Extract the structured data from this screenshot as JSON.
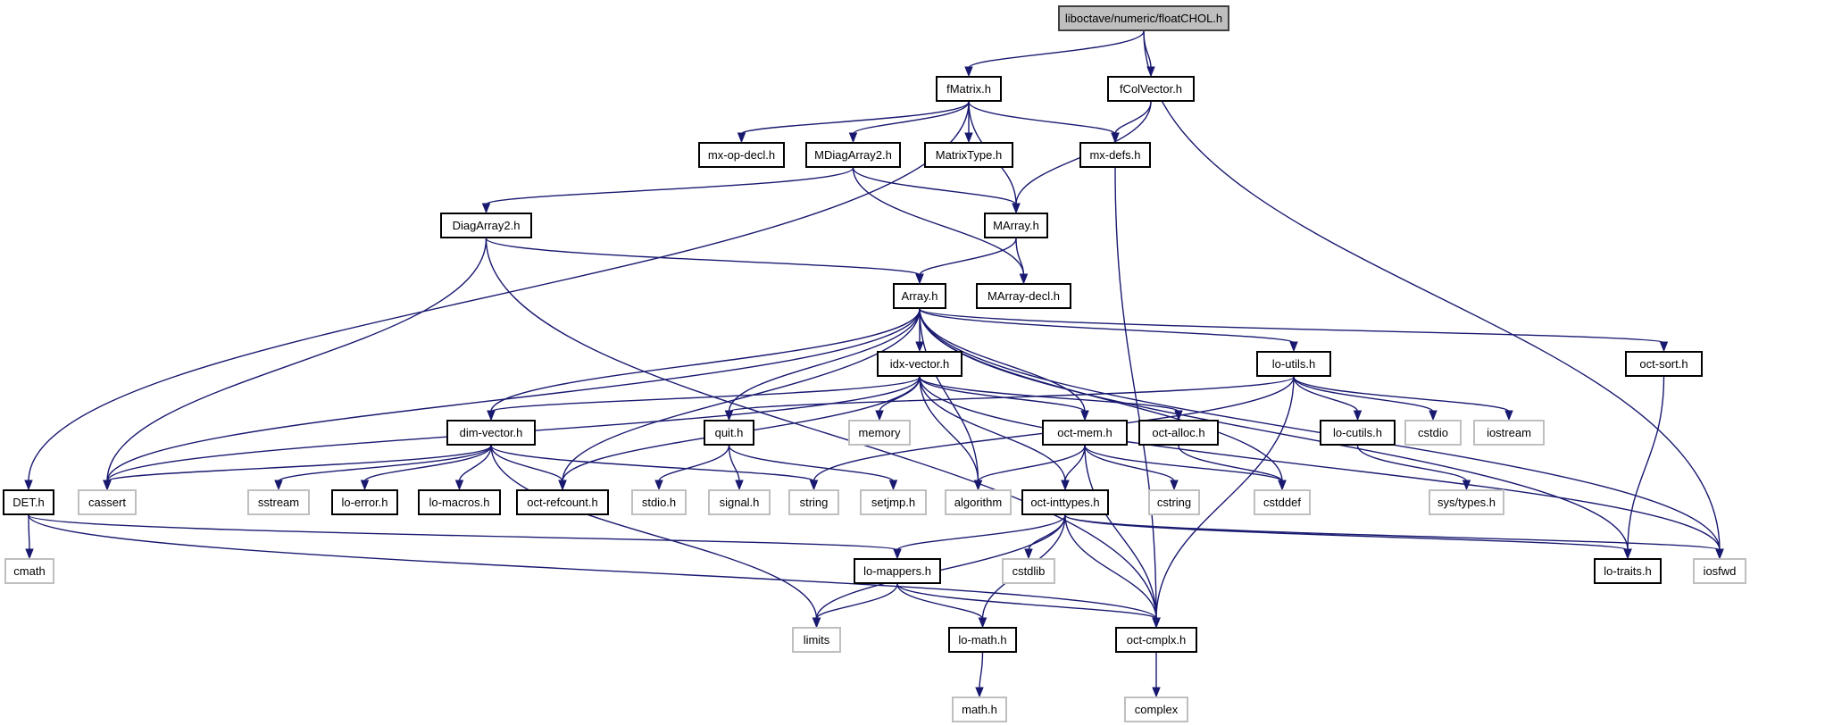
{
  "title": "liboctave/numeric/floatCHOL.h",
  "colors": {
    "edge": "#191970",
    "root_fill": "#bfbfbf",
    "node_border": "#000000",
    "system_border": "#bfbfbf"
  },
  "nodes": [
    {
      "id": "root",
      "label": "liboctave/numeric/floatCHOL.h",
      "kind": "root"
    },
    {
      "id": "fMatrix",
      "label": "fMatrix.h",
      "kind": "header"
    },
    {
      "id": "fColVector",
      "label": "fColVector.h",
      "kind": "header"
    },
    {
      "id": "mxopdecl",
      "label": "mx-op-decl.h",
      "kind": "header"
    },
    {
      "id": "MDiagArray2",
      "label": "MDiagArray2.h",
      "kind": "header"
    },
    {
      "id": "MatrixType",
      "label": "MatrixType.h",
      "kind": "header"
    },
    {
      "id": "mxdefs",
      "label": "mx-defs.h",
      "kind": "header"
    },
    {
      "id": "DiagArray2",
      "label": "DiagArray2.h",
      "kind": "header"
    },
    {
      "id": "MArray",
      "label": "MArray.h",
      "kind": "header"
    },
    {
      "id": "Array",
      "label": "Array.h",
      "kind": "header"
    },
    {
      "id": "MArraydecl",
      "label": "MArray-decl.h",
      "kind": "header"
    },
    {
      "id": "idxvector",
      "label": "idx-vector.h",
      "kind": "header"
    },
    {
      "id": "loutils",
      "label": "lo-utils.h",
      "kind": "header"
    },
    {
      "id": "octsort",
      "label": "oct-sort.h",
      "kind": "header"
    },
    {
      "id": "dimvector",
      "label": "dim-vector.h",
      "kind": "header"
    },
    {
      "id": "quit",
      "label": "quit.h",
      "kind": "header"
    },
    {
      "id": "memory",
      "label": "memory",
      "kind": "system"
    },
    {
      "id": "octmem",
      "label": "oct-mem.h",
      "kind": "header"
    },
    {
      "id": "octalloc",
      "label": "oct-alloc.h",
      "kind": "header"
    },
    {
      "id": "locutils",
      "label": "lo-cutils.h",
      "kind": "header"
    },
    {
      "id": "cstdio",
      "label": "cstdio",
      "kind": "system"
    },
    {
      "id": "iostream",
      "label": "iostream",
      "kind": "system"
    },
    {
      "id": "DET",
      "label": "DET.h",
      "kind": "header"
    },
    {
      "id": "cassert",
      "label": "cassert",
      "kind": "system"
    },
    {
      "id": "sstream",
      "label": "sstream",
      "kind": "system"
    },
    {
      "id": "loerror",
      "label": "lo-error.h",
      "kind": "header"
    },
    {
      "id": "lomacros",
      "label": "lo-macros.h",
      "kind": "header"
    },
    {
      "id": "octrefcount",
      "label": "oct-refcount.h",
      "kind": "header"
    },
    {
      "id": "stdio",
      "label": "stdio.h",
      "kind": "system"
    },
    {
      "id": "signal",
      "label": "signal.h",
      "kind": "system"
    },
    {
      "id": "string",
      "label": "string",
      "kind": "system"
    },
    {
      "id": "setjmp",
      "label": "setjmp.h",
      "kind": "system"
    },
    {
      "id": "algorithm",
      "label": "algorithm",
      "kind": "system"
    },
    {
      "id": "octinttypes",
      "label": "oct-inttypes.h",
      "kind": "header"
    },
    {
      "id": "cstring",
      "label": "cstring",
      "kind": "system"
    },
    {
      "id": "cstddef",
      "label": "cstddef",
      "kind": "system"
    },
    {
      "id": "systypes",
      "label": "sys/types.h",
      "kind": "system"
    },
    {
      "id": "cmath",
      "label": "cmath",
      "kind": "system"
    },
    {
      "id": "cstdlib",
      "label": "cstdlib",
      "kind": "system"
    },
    {
      "id": "lomappers",
      "label": "lo-mappers.h",
      "kind": "header"
    },
    {
      "id": "lotraits",
      "label": "lo-traits.h",
      "kind": "header"
    },
    {
      "id": "iosfwd",
      "label": "iosfwd",
      "kind": "system"
    },
    {
      "id": "limits",
      "label": "limits",
      "kind": "system"
    },
    {
      "id": "lomath",
      "label": "lo-math.h",
      "kind": "header"
    },
    {
      "id": "octcmplx",
      "label": "oct-cmplx.h",
      "kind": "header"
    },
    {
      "id": "mathh",
      "label": "math.h",
      "kind": "system"
    },
    {
      "id": "complex",
      "label": "complex",
      "kind": "system"
    }
  ],
  "edges": [
    [
      "root",
      "fMatrix"
    ],
    [
      "root",
      "fColVector"
    ],
    [
      "root",
      "iosfwd"
    ],
    [
      "fMatrix",
      "DET"
    ],
    [
      "fMatrix",
      "mxopdecl"
    ],
    [
      "fMatrix",
      "MDiagArray2"
    ],
    [
      "fMatrix",
      "MatrixType"
    ],
    [
      "fMatrix",
      "MArray"
    ],
    [
      "fMatrix",
      "mxdefs"
    ],
    [
      "fColVector",
      "mxdefs"
    ],
    [
      "fColVector",
      "MArray"
    ],
    [
      "mxdefs",
      "octcmplx"
    ],
    [
      "MDiagArray2",
      "DiagArray2"
    ],
    [
      "MDiagArray2",
      "MArray"
    ],
    [
      "MDiagArray2",
      "MArraydecl"
    ],
    [
      "DiagArray2",
      "Array"
    ],
    [
      "DiagArray2",
      "cassert"
    ],
    [
      "DiagArray2",
      "octcmplx"
    ],
    [
      "MArray",
      "Array"
    ],
    [
      "MArray",
      "MArraydecl"
    ],
    [
      "Array",
      "cassert"
    ],
    [
      "Array",
      "dimvector"
    ],
    [
      "Array",
      "octrefcount"
    ],
    [
      "Array",
      "quit"
    ],
    [
      "Array",
      "idxvector"
    ],
    [
      "Array",
      "algorithm"
    ],
    [
      "Array",
      "octmem"
    ],
    [
      "Array",
      "loutils"
    ],
    [
      "Array",
      "cstddef"
    ],
    [
      "Array",
      "octsort"
    ],
    [
      "Array",
      "lotraits"
    ],
    [
      "Array",
      "iosfwd"
    ],
    [
      "idxvector",
      "cassert"
    ],
    [
      "idxvector",
      "dimvector"
    ],
    [
      "idxvector",
      "octrefcount"
    ],
    [
      "idxvector",
      "memory"
    ],
    [
      "idxvector",
      "algorithm"
    ],
    [
      "idxvector",
      "octmem"
    ],
    [
      "idxvector",
      "octalloc"
    ],
    [
      "idxvector",
      "octinttypes"
    ],
    [
      "idxvector",
      "iosfwd"
    ],
    [
      "loutils",
      "quit"
    ],
    [
      "loutils",
      "string"
    ],
    [
      "loutils",
      "locutils"
    ],
    [
      "loutils",
      "cstdio"
    ],
    [
      "loutils",
      "iostream"
    ],
    [
      "loutils",
      "octcmplx"
    ],
    [
      "octsort",
      "lotraits"
    ],
    [
      "dimvector",
      "cassert"
    ],
    [
      "dimvector",
      "sstream"
    ],
    [
      "dimvector",
      "loerror"
    ],
    [
      "dimvector",
      "lomacros"
    ],
    [
      "dimvector",
      "octrefcount"
    ],
    [
      "dimvector",
      "string"
    ],
    [
      "dimvector",
      "limits"
    ],
    [
      "quit",
      "stdio"
    ],
    [
      "quit",
      "signal"
    ],
    [
      "quit",
      "setjmp"
    ],
    [
      "octmem",
      "algorithm"
    ],
    [
      "octmem",
      "octinttypes"
    ],
    [
      "octmem",
      "cstring"
    ],
    [
      "octmem",
      "cstddef"
    ],
    [
      "octmem",
      "octcmplx"
    ],
    [
      "octalloc",
      "cstddef"
    ],
    [
      "locutils",
      "systypes"
    ],
    [
      "DET",
      "cmath"
    ],
    [
      "DET",
      "lomappers"
    ],
    [
      "DET",
      "octcmplx"
    ],
    [
      "octinttypes",
      "cstdlib"
    ],
    [
      "octinttypes",
      "lomappers"
    ],
    [
      "octinttypes",
      "limits"
    ],
    [
      "octinttypes",
      "lomath"
    ],
    [
      "octinttypes",
      "octcmplx"
    ],
    [
      "octinttypes",
      "lotraits"
    ],
    [
      "octinttypes",
      "iosfwd"
    ],
    [
      "lomappers",
      "limits"
    ],
    [
      "lomappers",
      "lomath"
    ],
    [
      "lomappers",
      "octcmplx"
    ],
    [
      "lomath",
      "mathh"
    ],
    [
      "octcmplx",
      "complex"
    ]
  ]
}
